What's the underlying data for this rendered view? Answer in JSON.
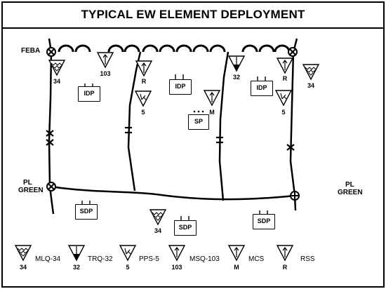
{
  "title": "TYPICAL EW ELEMENT DEPLOYMENT",
  "labels": {
    "feba": "FEBA",
    "pl_green_left_1": "PL",
    "pl_green_left_2": "GREEN",
    "pl_green_right_1": "PL",
    "pl_green_right_2": "GREEN"
  },
  "units": {
    "idp": "IDP",
    "sp": "SP",
    "sdp": "SDP"
  },
  "symbol_labels": {
    "s34": "34",
    "s103": "103",
    "sR": "R",
    "s5": "5",
    "s32": "32",
    "sM": "M"
  },
  "legend": [
    {
      "code": "34",
      "name": "MLQ-34",
      "icon": "mlq34-icon"
    },
    {
      "code": "32",
      "name": "TRQ-32",
      "icon": "trq32-icon"
    },
    {
      "code": "5",
      "name": "PPS-5",
      "icon": "pps5-icon"
    },
    {
      "code": "103",
      "name": "MSQ-103",
      "icon": "msq103-icon"
    },
    {
      "code": "M",
      "name": "MCS",
      "icon": "mcs-icon"
    },
    {
      "code": "R",
      "name": "RSS",
      "icon": "rss-icon"
    }
  ]
}
